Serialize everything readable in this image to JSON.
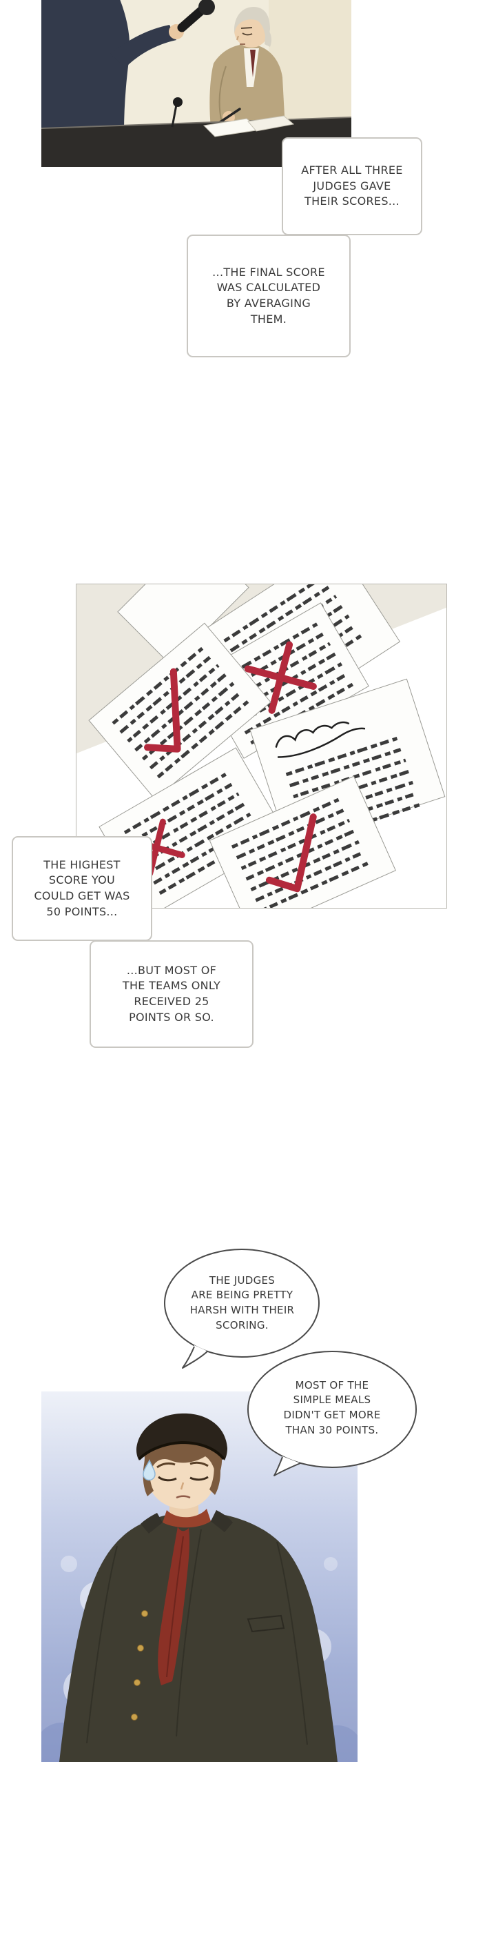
{
  "page": {
    "background": "#ffffff"
  },
  "captions": {
    "c1": "AFTER ALL THREE\nJUDGES GAVE\nTHEIR SCORES...",
    "c2": "...THE FINAL SCORE\nWAS CALCULATED\nBY AVERAGING\nTHEM.",
    "c3": "THE HIGHEST\nSCORE YOU\nCOULD GET WAS\n50 POINTS...",
    "c4": "...BUT MOST OF\nTHE TEAMS ONLY\nRECEIVED 25\nPOINTS OR SO."
  },
  "bubbles": {
    "b1": "THE JUDGES\nARE BEING PRETTY\nHARSH WITH THEIR\nSCORING.",
    "b2": "MOST OF THE\nSIMPLE MEALS\nDIDN'T GET MORE\nTHAN 30 POINTS."
  },
  "colors": {
    "accent_red": "#b3293c",
    "text": "#3a3a3a",
    "caption_border": "#c9c7c2",
    "bubble_outline": "#4a4a4a",
    "uniform_dark": "#3f3d31",
    "tie_red": "#8b3126",
    "backdrop_blue": "#a9b5d8",
    "room_cream": "#f1ecdc"
  }
}
